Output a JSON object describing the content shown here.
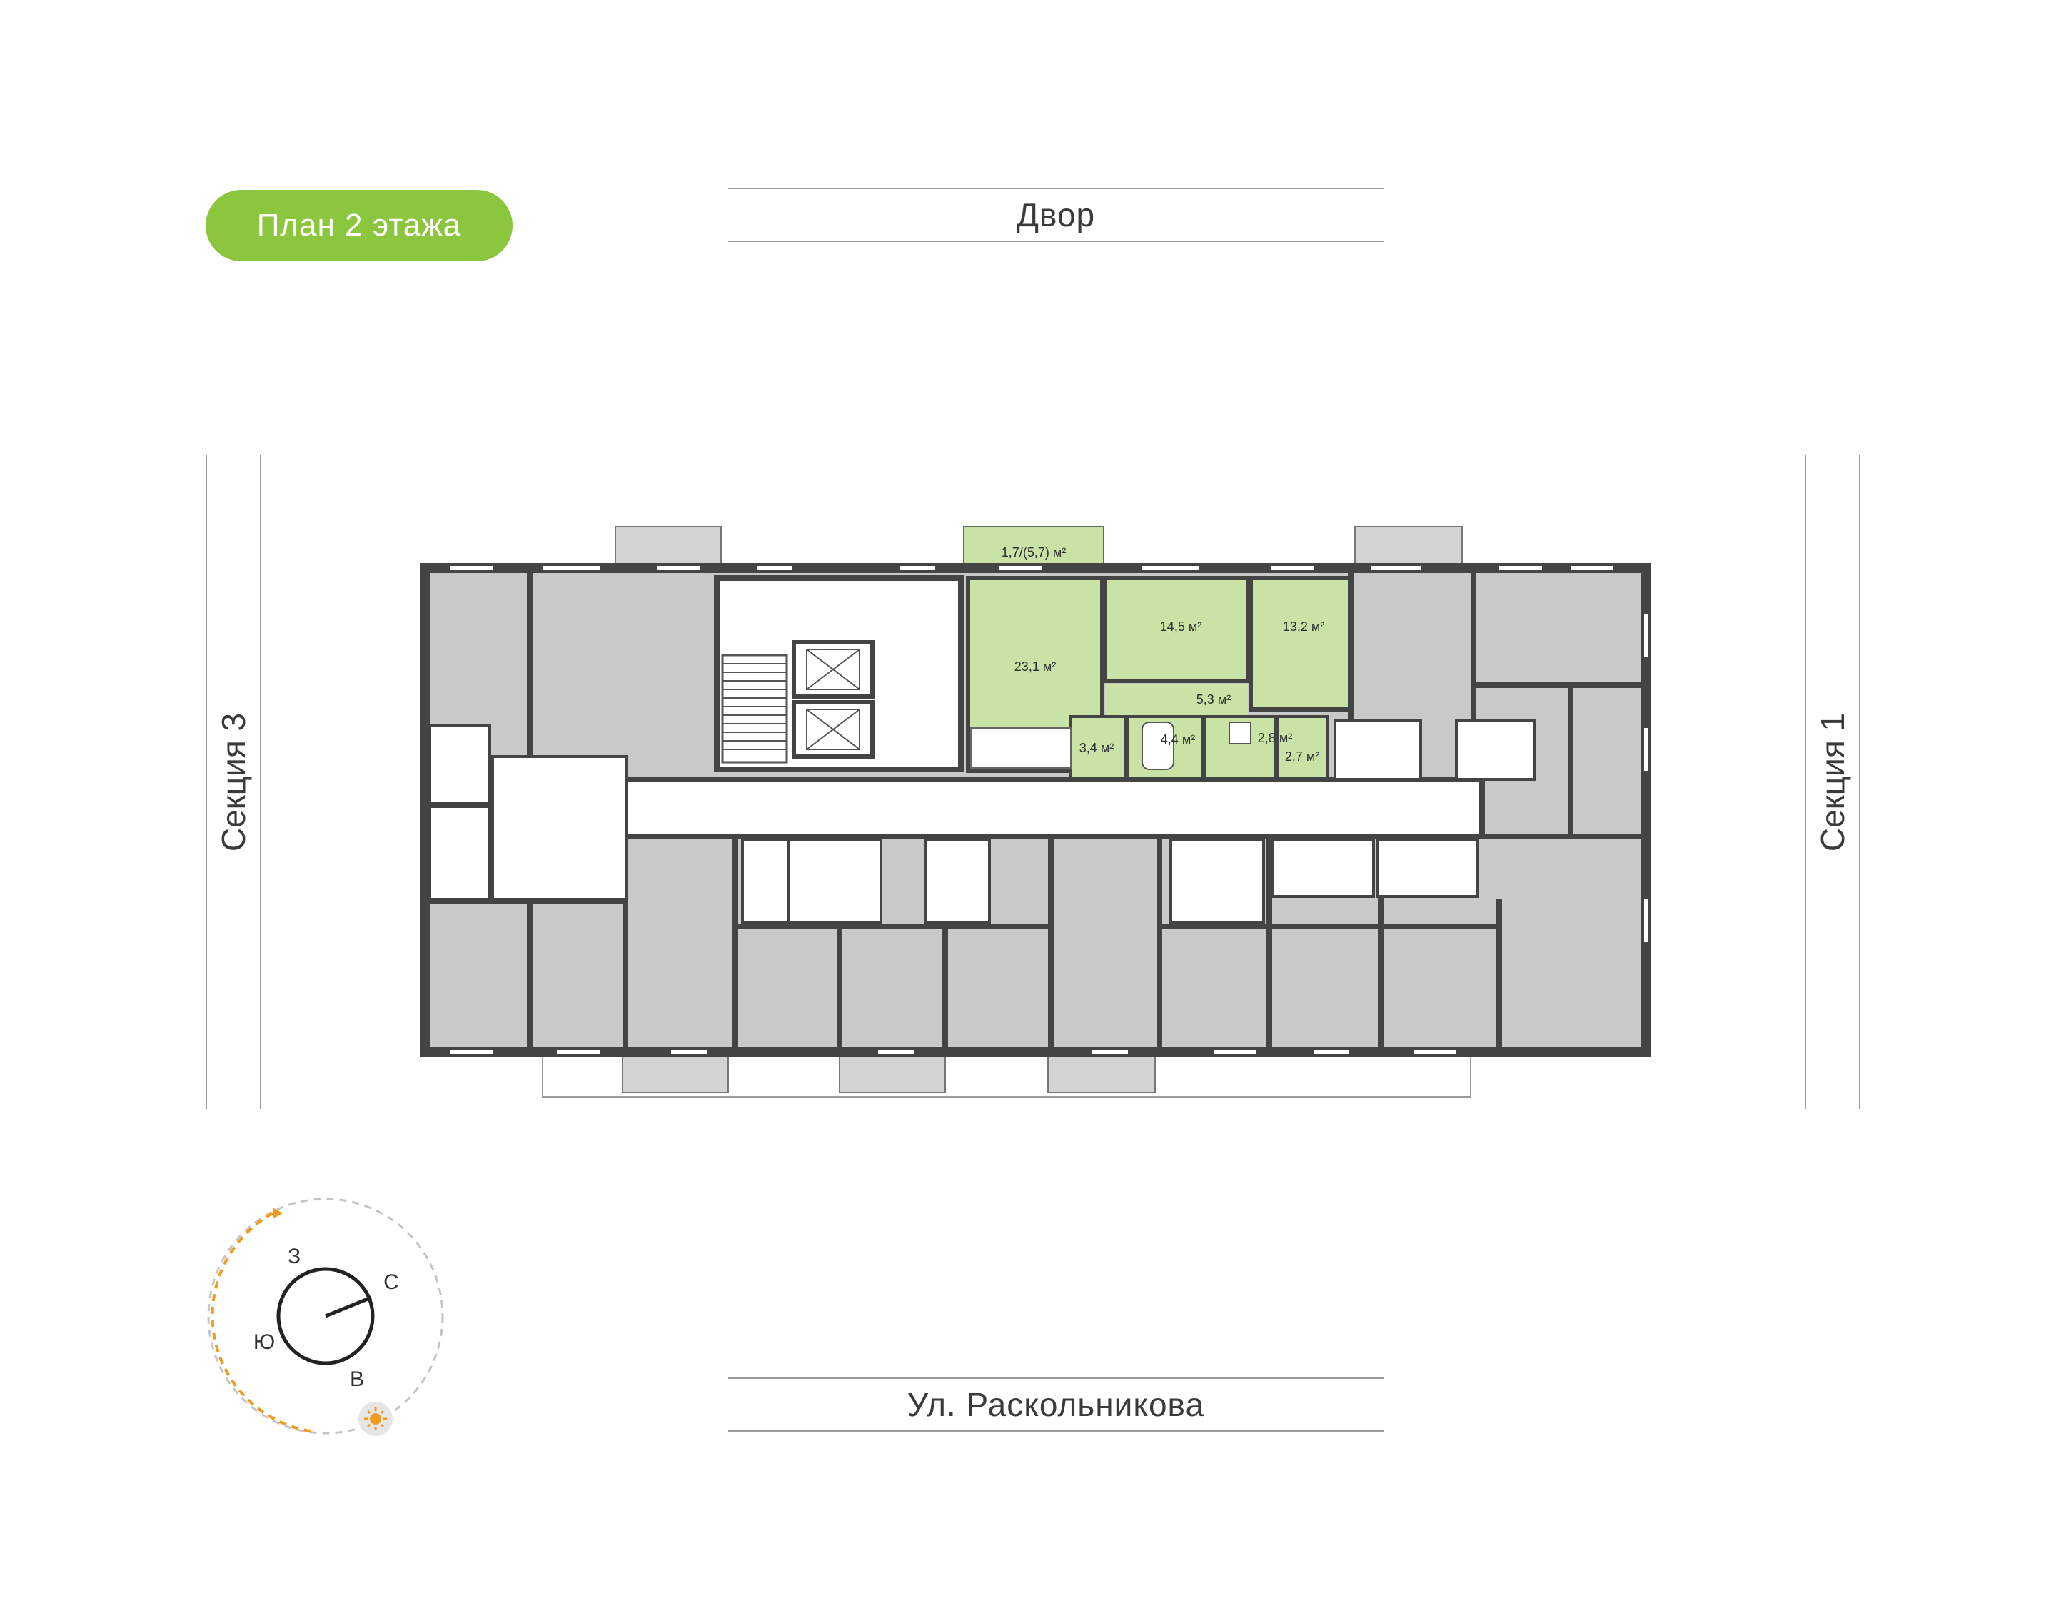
{
  "header": {
    "title": "План 2 этажа"
  },
  "streets": {
    "top": "Двор",
    "bottom": "Ул. Раскольникова"
  },
  "sections": {
    "left": "Секция 3",
    "right": "Секция 1"
  },
  "highlighted_apartment": {
    "rooms": [
      {
        "id": "balcony",
        "area": "1,7/(5,7) м²"
      },
      {
        "id": "living",
        "area": "23,1 м²"
      },
      {
        "id": "bedroom-1",
        "area": "14,5 м²"
      },
      {
        "id": "bedroom-2",
        "area": "13,2 м²"
      },
      {
        "id": "hall",
        "area": "5,3 м²"
      },
      {
        "id": "entry",
        "area": "3,4 м²"
      },
      {
        "id": "bathroom",
        "area": "4,4 м²"
      },
      {
        "id": "wc",
        "area": "2,8 м²"
      },
      {
        "id": "storage",
        "area": "2,7 м²"
      }
    ]
  },
  "compass": {
    "west": "З",
    "north": "С",
    "south": "Ю",
    "east": "В",
    "sun_icon": "sun-icon"
  },
  "colors": {
    "accent": "#8cc63f",
    "apartment_fill": "#c8e3a5",
    "room_fill": "#c9c9c9",
    "wall": "#444444",
    "sun": "#f39a1e"
  }
}
